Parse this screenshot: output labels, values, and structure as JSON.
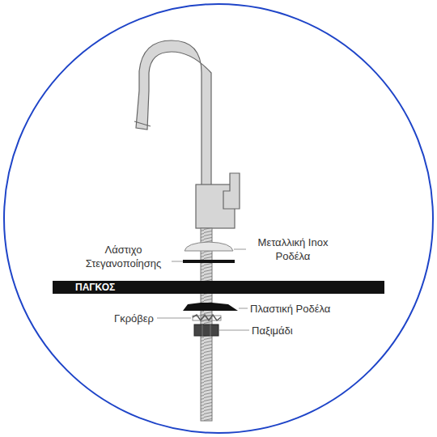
{
  "diagram": {
    "nodes": [
      {
        "text": [
          "ΠΑΓΚΟΣ"
        ]
      }
    ],
    "labels": [
      "Λάστιχο Στεγανοποίησης",
      "Μεταλλική Inox Ροδέλα",
      "Πλαστική Ροδέλα",
      "Γκρόβερ",
      "Παξιμάδι"
    ]
  }
}
